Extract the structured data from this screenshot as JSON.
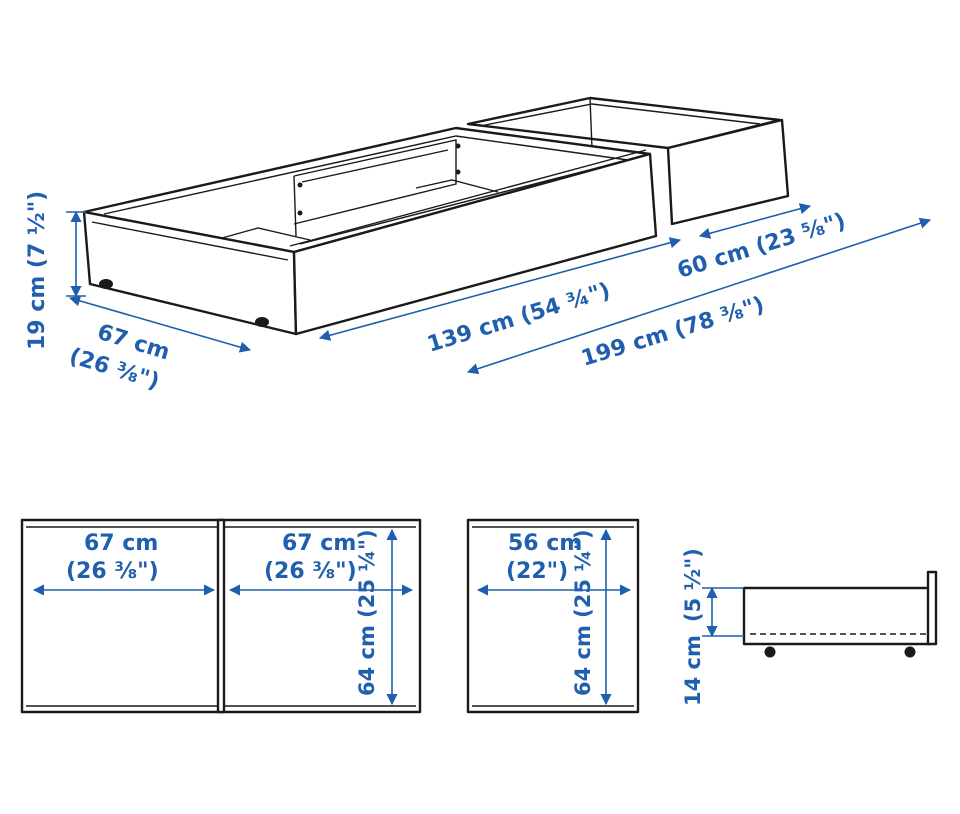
{
  "colors": {
    "dimension": "#1f5fae",
    "outline": "#1a1a1a",
    "background": "#ffffff"
  },
  "labels": {
    "drawer_height": "19 cm (7 ½\")",
    "drawer_depth_cm": "67 cm",
    "drawer_depth_in": "(26 ⅜\")",
    "big_drawer_length": "139 cm (54 ¾\")",
    "small_drawer_length": "60 cm (23 ⅝\")",
    "total_length": "199 cm (78 ⅜\")",
    "plan_left_width_cm": "67 cm",
    "plan_left_width_in": "(26 ⅜\")",
    "plan_mid_width_cm": "67 cm",
    "plan_mid_width_in": "(26 ⅜\")",
    "plan_mid_depth": "64 cm (25 ¼\")",
    "plan_small_width_cm": "56 cm",
    "plan_small_width_in": "(22\")",
    "plan_small_depth": "64 cm (25 ¼\")",
    "side_inner_height": "(5 ½\")",
    "side_height": "14 cm"
  }
}
